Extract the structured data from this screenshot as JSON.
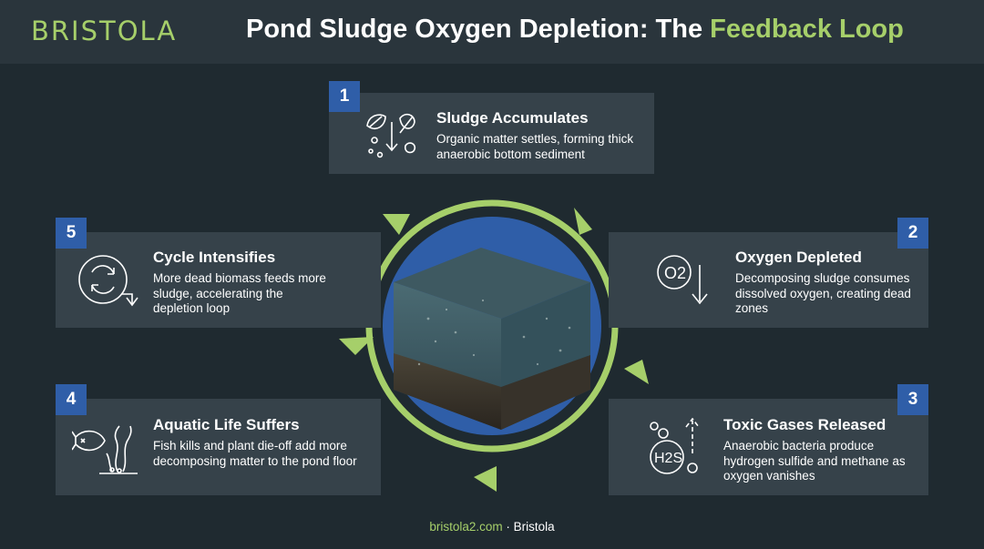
{
  "brand": {
    "logo": "BRISTOLA"
  },
  "header": {
    "title_main": "Pond Sludge Oxygen Depletion: The ",
    "title_accent": "Feedback Loop"
  },
  "steps": [
    {
      "number": "1",
      "title": "Sludge Accumulates",
      "body": "Organic matter settles, forming thick anaerobic bottom sediment",
      "icon": "leaf-sediment-icon"
    },
    {
      "number": "2",
      "title": "Oxygen Depleted",
      "body": "Decomposing sludge consumes dissolved oxygen, creating dead zones",
      "icon": "oxygen-down-icon"
    },
    {
      "number": "3",
      "title": "Toxic Gases Released",
      "body": "Anaerobic bacteria produce hydrogen sulfide and methane as oxygen vanishes",
      "icon": "h2s-bubbles-icon"
    },
    {
      "number": "4",
      "title": "Aquatic Life Suffers",
      "body": "Fish kills and plant die-off add more decomposing matter to the pond floor",
      "icon": "fish-seaweed-icon"
    },
    {
      "number": "5",
      "title": "Cycle Intensifies",
      "body": "More dead biomass feeds more sludge, accelerating the depletion loop",
      "icon": "cycle-arrow-icon"
    }
  ],
  "icon_text": {
    "o2": "O2",
    "h2s": "H2S"
  },
  "footer": {
    "site": "bristola2.com",
    "separator": " · ",
    "brand": "Bristola"
  },
  "colors": {
    "accent": "#a6cf6a",
    "badge": "#2f5ea8",
    "card": "#36424a",
    "background": "#1f2a30",
    "circle": "#2f5ea8"
  }
}
